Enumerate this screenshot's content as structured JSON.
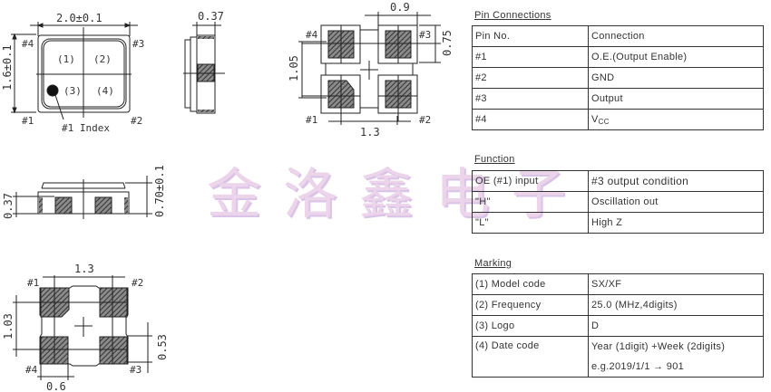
{
  "drawings": {
    "top_view": {
      "width_dim": "2.0±0.1",
      "height_dim": "1.6±0.1",
      "pin_labels": [
        "#1",
        "#2",
        "#3",
        "#4"
      ],
      "quadrant_labels": [
        "(1)",
        "(2)",
        "(3)",
        "(4)"
      ],
      "index_label": "#1 Index"
    },
    "side_view_right": {
      "thickness_dim": "0.37"
    },
    "footprint": {
      "width_dim": "0.9",
      "height_dim": "0.75",
      "pitch_v_dim": "1.05",
      "pitch_h_dim": "1.3",
      "pin_labels": [
        "#1",
        "#2",
        "#3",
        "#4"
      ]
    },
    "side_view_front": {
      "left_dim": "0.37",
      "height_dim": "0.70±0.1"
    },
    "bottom_view": {
      "pitch_h_dim": "1.3",
      "pitch_v_dim": "1.03",
      "pad_h_dim": "0.53",
      "pad_w_dim": "0.6",
      "pin_labels": [
        "#1",
        "#2",
        "#3",
        "#4"
      ]
    }
  },
  "watermark": "金洛鑫电子",
  "pin_connections": {
    "title": "Pin Connections",
    "header": [
      "Pin No.",
      "Connection"
    ],
    "rows": [
      [
        "#1",
        "O.E.(Output Enable)"
      ],
      [
        "#2",
        "GND"
      ],
      [
        "#3",
        "Output"
      ],
      [
        "#4",
        "V",
        "CC"
      ]
    ]
  },
  "function": {
    "title": "Function",
    "header": [
      "OE (#1) input",
      "#3 output condition"
    ],
    "rows": [
      [
        "\"H\"",
        "Oscillation out"
      ],
      [
        "\"L\"",
        "High Z"
      ]
    ]
  },
  "marking": {
    "title": "Marking",
    "rows": [
      [
        "(1) Model code",
        "SX/XF"
      ],
      [
        "(2) Frequency",
        "25.0 (MHz,4digits)"
      ],
      [
        "(3) Logo",
        "D"
      ],
      [
        "(4) Date code",
        "Year (1digit) +Week (2digits)",
        "e.g.2019/1/1 → 901"
      ]
    ]
  },
  "colors": {
    "line": "#222222",
    "watermark": "#ecd4ea"
  }
}
